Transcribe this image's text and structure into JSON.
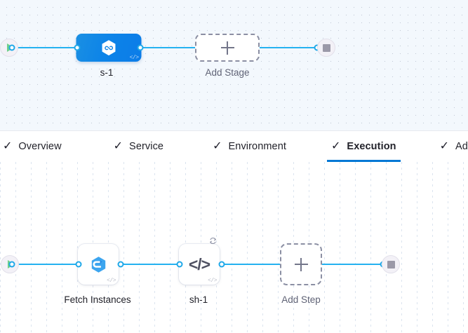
{
  "colors": {
    "accent_blue": "#0278d5",
    "link_blue": "#25b2f0",
    "stage_node_blue": "#0d84e8",
    "canvas_top_bg": "#f3f8fd",
    "canvas_bottom_bg": "#ffffff",
    "start_green": "#6fd08c",
    "stop_gray": "#9b99a8",
    "dashed_border": "#8b8fa3"
  },
  "stage_canvas": {
    "name": "pipeline-stage-canvas",
    "start_node": {
      "icon": "play-icon",
      "label": ""
    },
    "end_node": {
      "icon": "stop-icon",
      "label": ""
    },
    "nodes": [
      {
        "id": "stage-s-1",
        "label": "s-1",
        "icon": "harness-cd-hexagon-icon",
        "code_badge": "</>",
        "type": "stage",
        "selected": true
      },
      {
        "id": "add-stage",
        "label": "Add Stage",
        "icon": "plus-icon",
        "type": "add"
      }
    ]
  },
  "tabs": {
    "name": "stage-config-tabs",
    "items": [
      {
        "label": "Overview",
        "check": "✓",
        "active": false
      },
      {
        "label": "Service",
        "check": "✓",
        "active": false
      },
      {
        "label": "Environment",
        "check": "✓",
        "active": false
      },
      {
        "label": "Execution",
        "check": "✓",
        "active": true
      },
      {
        "label": "Advanced",
        "check": "✓",
        "active": false
      }
    ]
  },
  "step_canvas": {
    "name": "execution-step-canvas",
    "start_node": {
      "icon": "play-icon",
      "label": ""
    },
    "end_node": {
      "icon": "stop-icon",
      "label": ""
    },
    "nodes": [
      {
        "id": "step-fetch-instances",
        "label": "Fetch Instances",
        "icon": "azure-hexagon-icon",
        "code_badge": "</>",
        "type": "step"
      },
      {
        "id": "step-sh-1",
        "label": "sh-1",
        "icon": "shell-script-icon",
        "glyph": "</>",
        "badge_icon": "loop-strategy-icon",
        "code_badge": "</>",
        "type": "step"
      },
      {
        "id": "add-step",
        "label": "Add Step",
        "icon": "plus-icon",
        "type": "add"
      }
    ]
  }
}
